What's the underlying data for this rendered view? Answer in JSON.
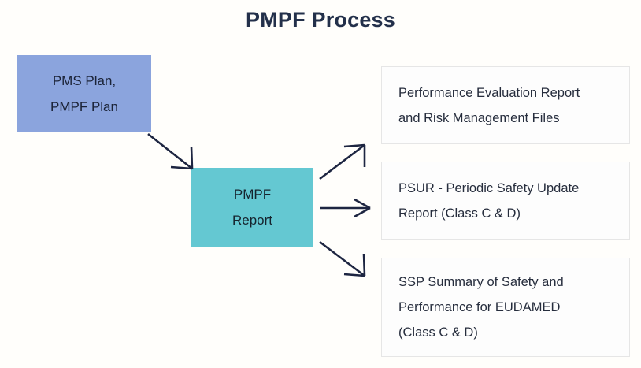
{
  "diagram": {
    "title": "PMPF Process",
    "type": "flowchart",
    "colors": {
      "title_text": "#23304a",
      "input_box_fill": "#8ba4dd",
      "process_box_fill": "#64c8d2",
      "output_box_fill": "#fdfdfd",
      "output_box_border": "#e6e6e6",
      "arrow_stroke": "#1d2541",
      "body_text": "#262d3d",
      "background": "#fffefb"
    },
    "input_node": {
      "name": "pms-pmpf-plan",
      "line1": "PMS Plan,",
      "line2": "PMPF Plan"
    },
    "process_node": {
      "name": "pmpf-report",
      "line1": "PMPF",
      "line2": "Report"
    },
    "output_nodes": [
      {
        "name": "performance-evaluation-report",
        "line1": "Performance Evaluation Report",
        "line2": "and Risk Management Files",
        "line3": ""
      },
      {
        "name": "psur",
        "line1": "PSUR - Periodic Safety Update",
        "line2": "Report (Class C & D)",
        "line3": ""
      },
      {
        "name": "ssp-eudamed",
        "line1": "SSP Summary of Safety and",
        "line2": "Performance for EUDAMED",
        "line3": "(Class C & D)"
      }
    ],
    "arrows": [
      {
        "name": "plan-to-report",
        "direction": "down-right"
      },
      {
        "name": "report-to-out-1",
        "direction": "up-right"
      },
      {
        "name": "report-to-out-2",
        "direction": "right"
      },
      {
        "name": "report-to-out-3",
        "direction": "down-right"
      }
    ]
  }
}
